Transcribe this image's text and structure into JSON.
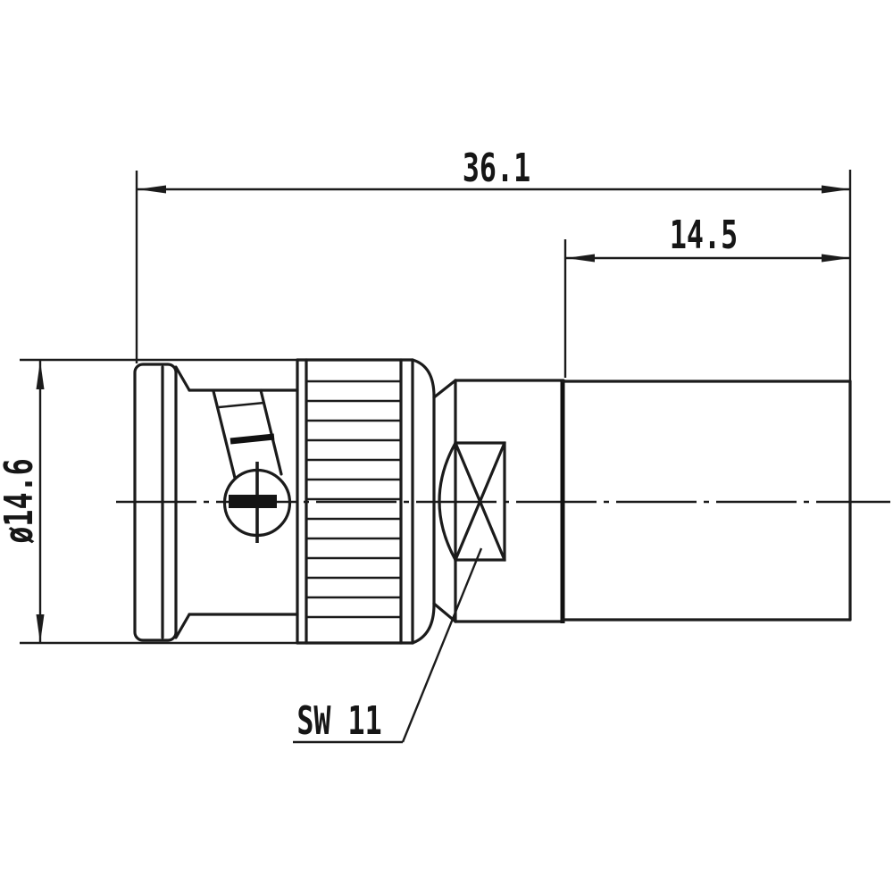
{
  "drawing": {
    "kind": "technical-drawing",
    "subject": "BNC coaxial connector, side elevation",
    "line_color": "#1b1b1b",
    "background_color": "#ffffff",
    "dimensions": {
      "overall_length": "36.1",
      "rear_section_length": "14.5",
      "diameter": "ø14.6"
    },
    "labels": {
      "wrench_size": "SW 11"
    }
  }
}
